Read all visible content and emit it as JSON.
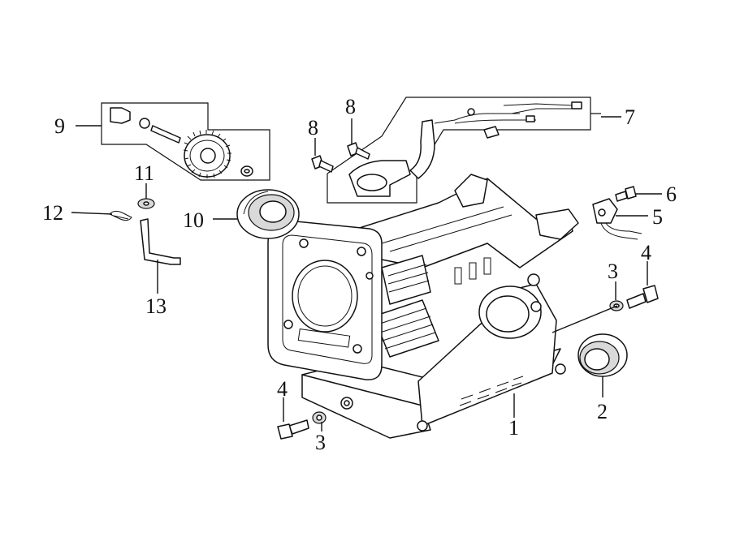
{
  "diagram": {
    "callouts": [
      {
        "id": "c1",
        "label": "1"
      },
      {
        "id": "c2",
        "label": "2"
      },
      {
        "id": "c3a",
        "label": "3"
      },
      {
        "id": "c3b",
        "label": "3"
      },
      {
        "id": "c4a",
        "label": "4"
      },
      {
        "id": "c4b",
        "label": "4"
      },
      {
        "id": "c5",
        "label": "5"
      },
      {
        "id": "c6",
        "label": "6"
      },
      {
        "id": "c7",
        "label": "7"
      },
      {
        "id": "c8a",
        "label": "8"
      },
      {
        "id": "c8b",
        "label": "8"
      },
      {
        "id": "c9",
        "label": "9"
      },
      {
        "id": "c10",
        "label": "10"
      },
      {
        "id": "c11",
        "label": "11"
      },
      {
        "id": "c12",
        "label": "12"
      },
      {
        "id": "c13",
        "label": "13"
      }
    ],
    "parts": [
      "crankcase",
      "oil-seal",
      "washer",
      "bolt",
      "oil-alert-switch",
      "switch-bolt",
      "breather-tube-assembly",
      "breather-bolt",
      "governor-gear-assembly",
      "ball-bearing",
      "governor-washer",
      "governor-clip",
      "governor-arm-shaft"
    ]
  }
}
